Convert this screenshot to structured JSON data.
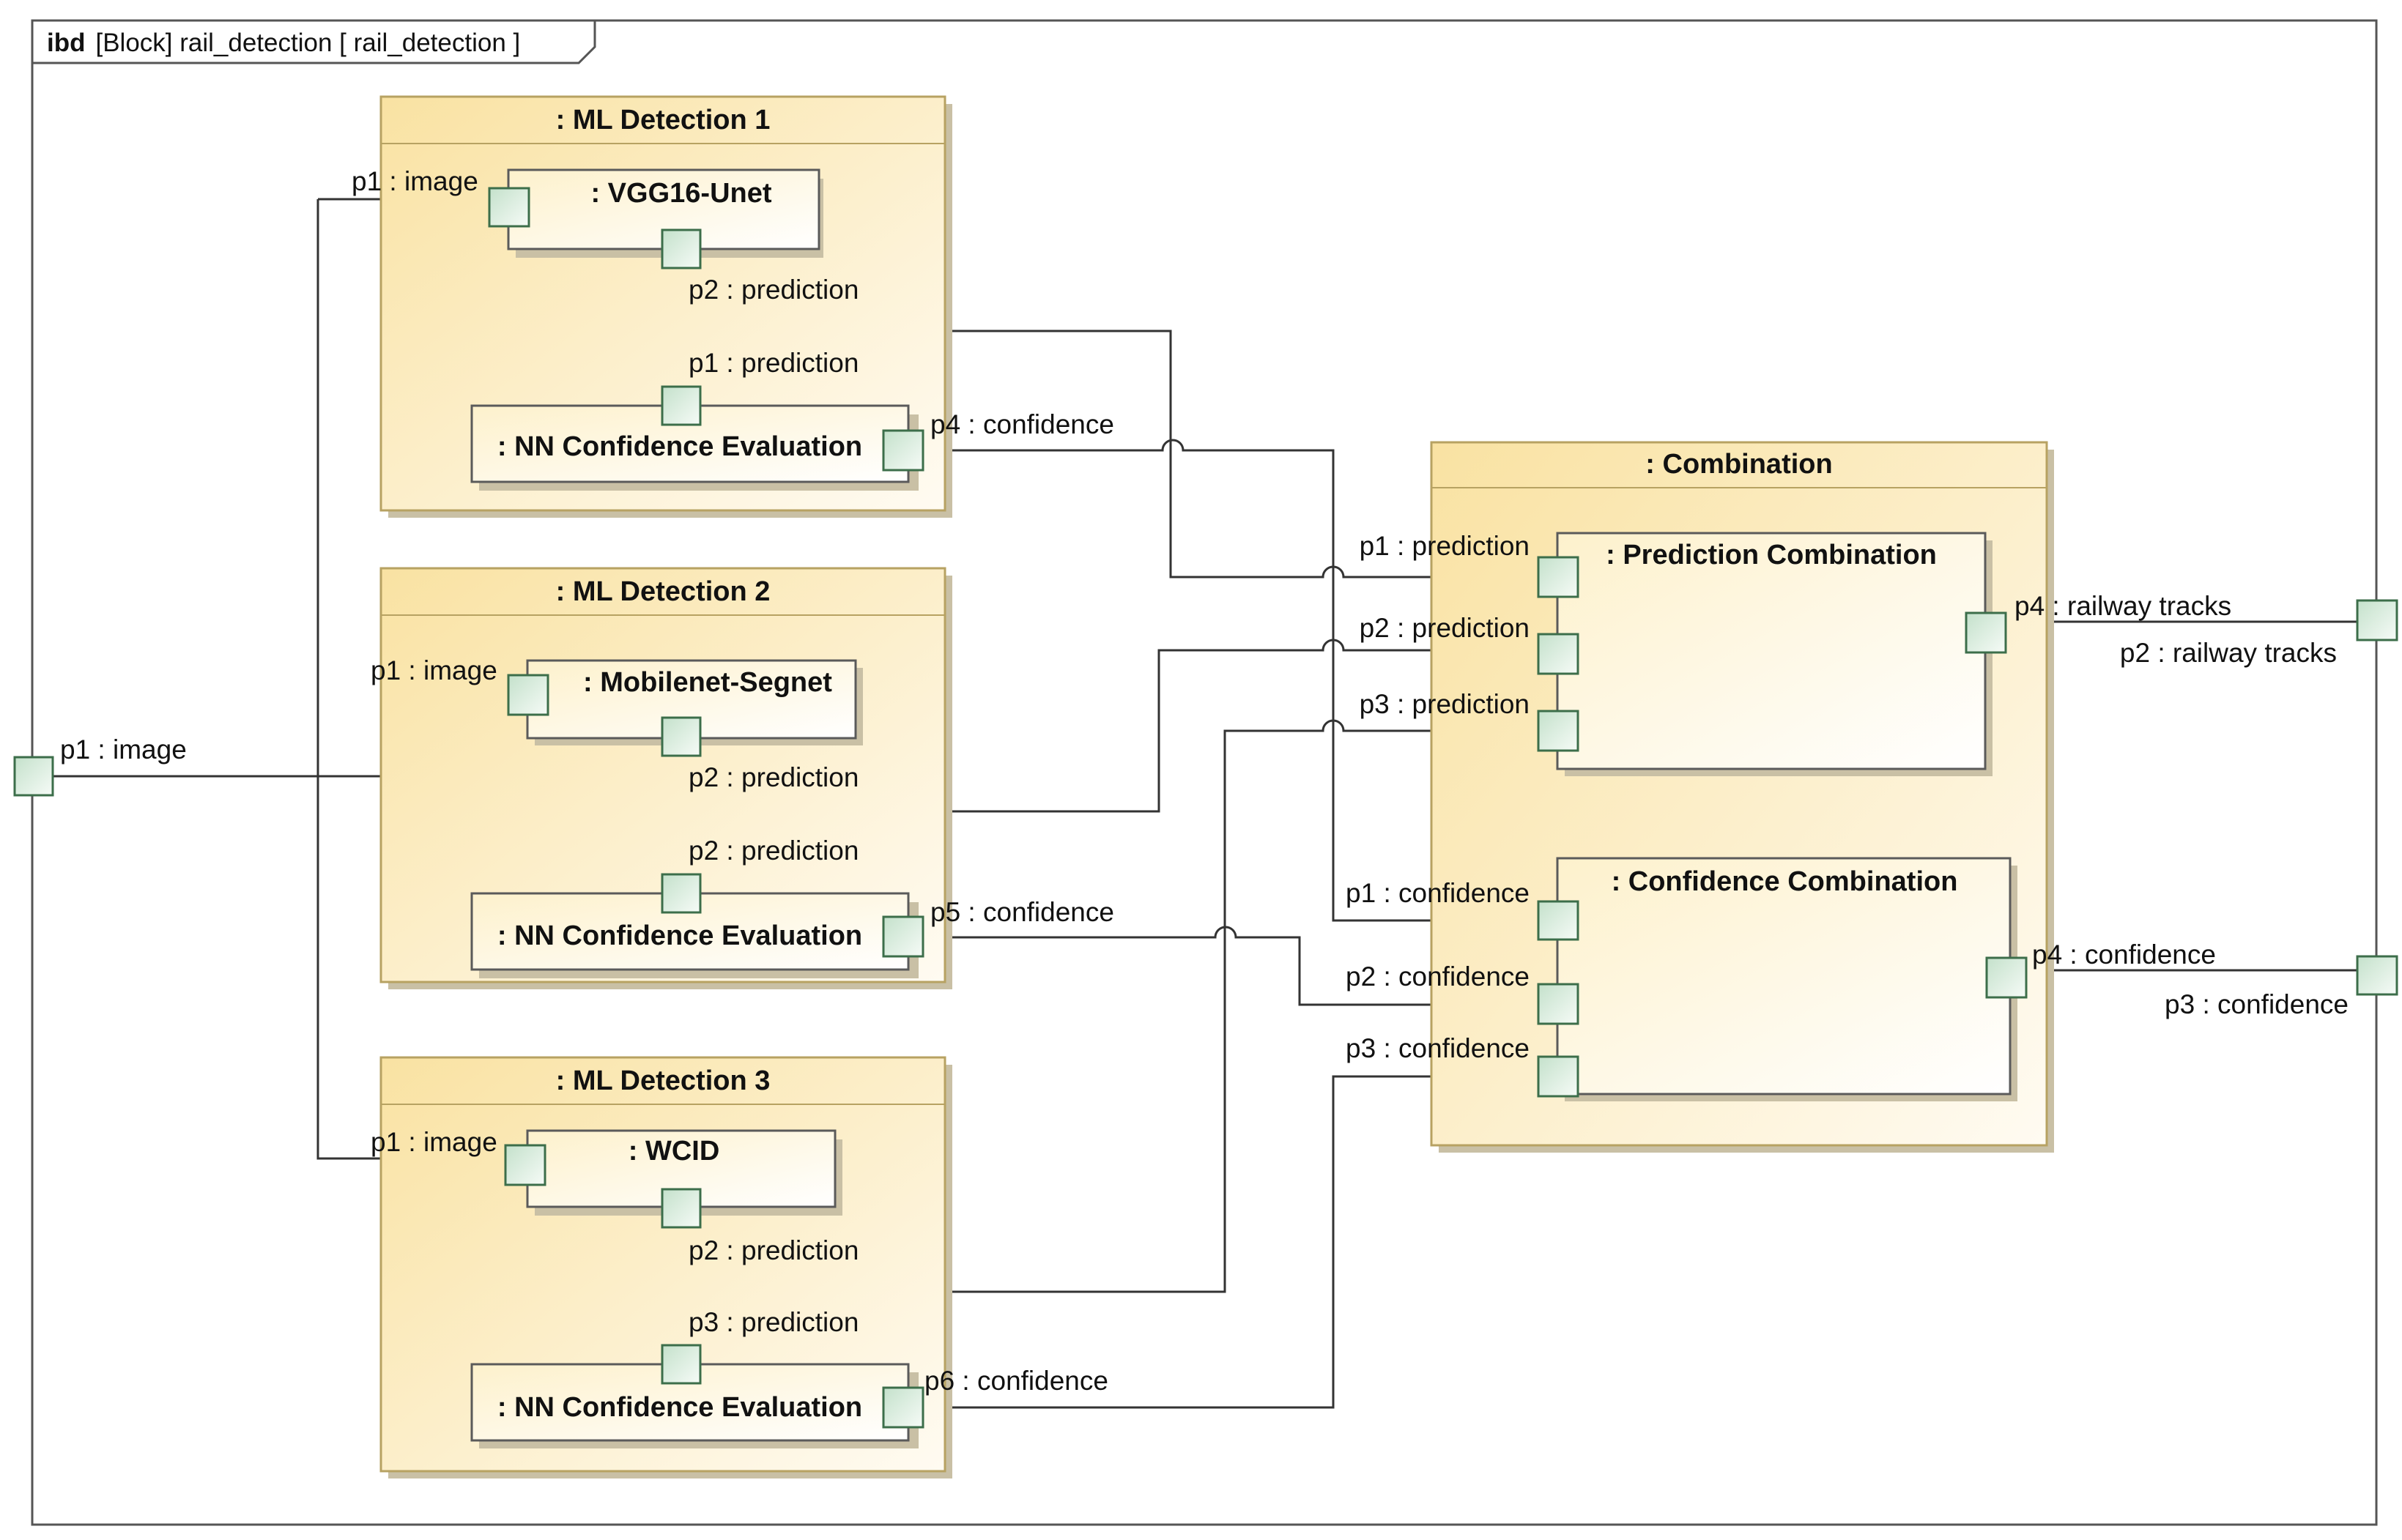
{
  "frame": {
    "kind": "ibd",
    "title": "[Block] rail_detection [ rail_detection ]"
  },
  "ml_blocks": [
    {
      "title": ": ML Detection 1",
      "network": ": VGG16-Unet",
      "image_port": "p1 : image",
      "pred_out_port": "p2 : prediction",
      "pred_in_port": "p1 : prediction",
      "evaluator": ": NN Confidence Evaluation",
      "confidence_port": "p4 : confidence"
    },
    {
      "title": ": ML Detection 2",
      "network": ": Mobilenet-Segnet",
      "image_port": "p1 : image",
      "pred_out_port": "p2 : prediction",
      "pred_in_port": "p2 : prediction",
      "evaluator": ": NN Confidence Evaluation",
      "confidence_port": "p5 : confidence"
    },
    {
      "title": ": ML Detection 3",
      "network": ": WCID",
      "image_port": "p1 : image",
      "pred_out_port": "p2 : prediction",
      "pred_in_port": "p3 : prediction",
      "evaluator": ": NN Confidence Evaluation",
      "confidence_port": "p6 : confidence"
    }
  ],
  "combination": {
    "title": ": Combination",
    "prediction": {
      "title": ": Prediction Combination",
      "in_ports": [
        "p1 : prediction",
        "p2 : prediction",
        "p3 : prediction"
      ],
      "out_port": "p4 : railway tracks"
    },
    "confidence": {
      "title": ": Confidence Combination",
      "in_ports": [
        "p1 : confidence",
        "p2 : confidence",
        "p3 : confidence"
      ],
      "out_port": "p4 : confidence"
    }
  },
  "boundary_ports": {
    "input": "p1 : image",
    "railway_tracks": "p2 : railway tracks",
    "confidence": "p3 : confidence"
  },
  "colors": {
    "block_fill_top": "#f9e4a8",
    "block_fill_bottom": "#fffaf0",
    "block_border": "#b7a262",
    "port_fill": "#d6eadb",
    "port_border": "#3c6e4a",
    "wire": "#333333"
  }
}
